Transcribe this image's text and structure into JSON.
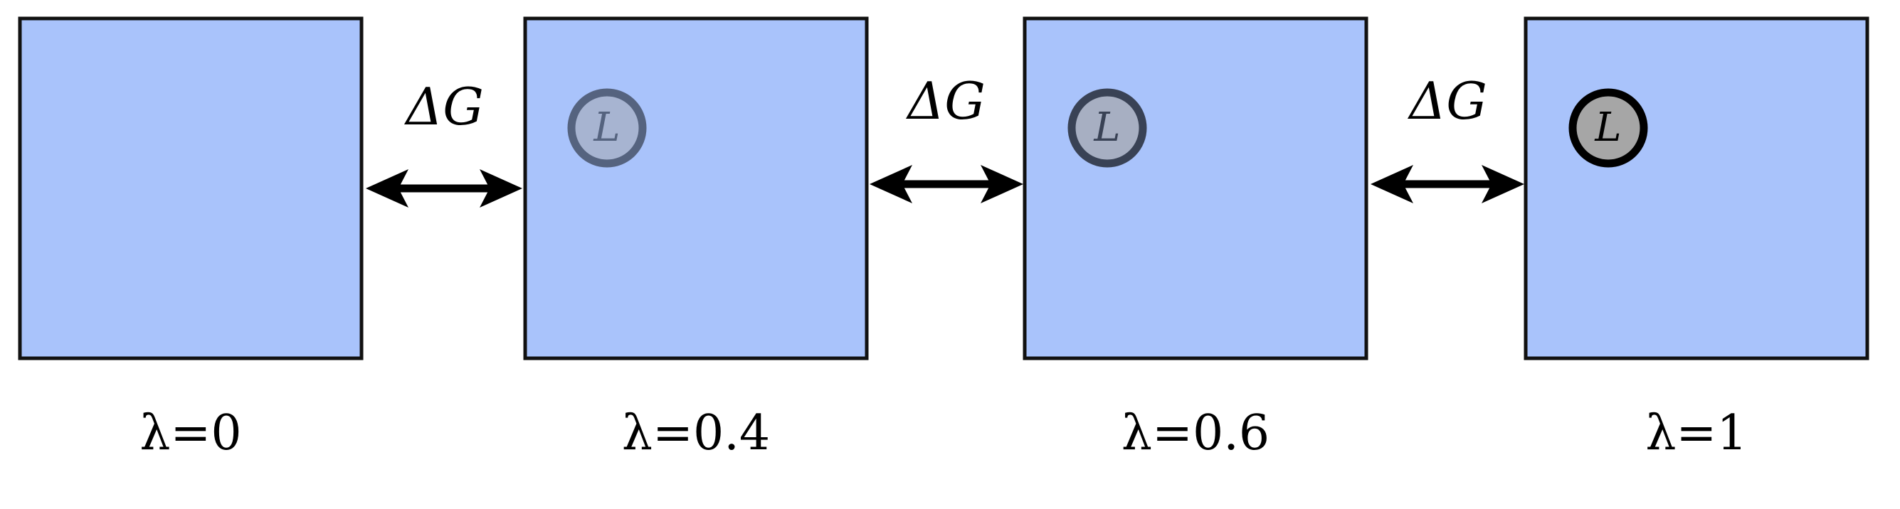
{
  "diagram": {
    "states": [
      {
        "lambda_label": "λ=0",
        "lambda_value": 0,
        "ligand": null
      },
      {
        "lambda_label": "λ=0.4",
        "lambda_value": 0.4,
        "ligand": "L"
      },
      {
        "lambda_label": "λ=0.6",
        "lambda_value": 0.6,
        "ligand": "L"
      },
      {
        "lambda_label": "λ=1",
        "lambda_value": 1,
        "ligand": "L"
      }
    ],
    "transitions": [
      {
        "label": "ΔG"
      },
      {
        "label": "ΔG"
      },
      {
        "label": "ΔG"
      }
    ],
    "colors": {
      "box_fill": "#a9c3fb",
      "box_stroke": "#111111",
      "arrow": "#000000",
      "ligand_fill": "#a6a6a6",
      "ligand_stroke": "#000000"
    }
  }
}
